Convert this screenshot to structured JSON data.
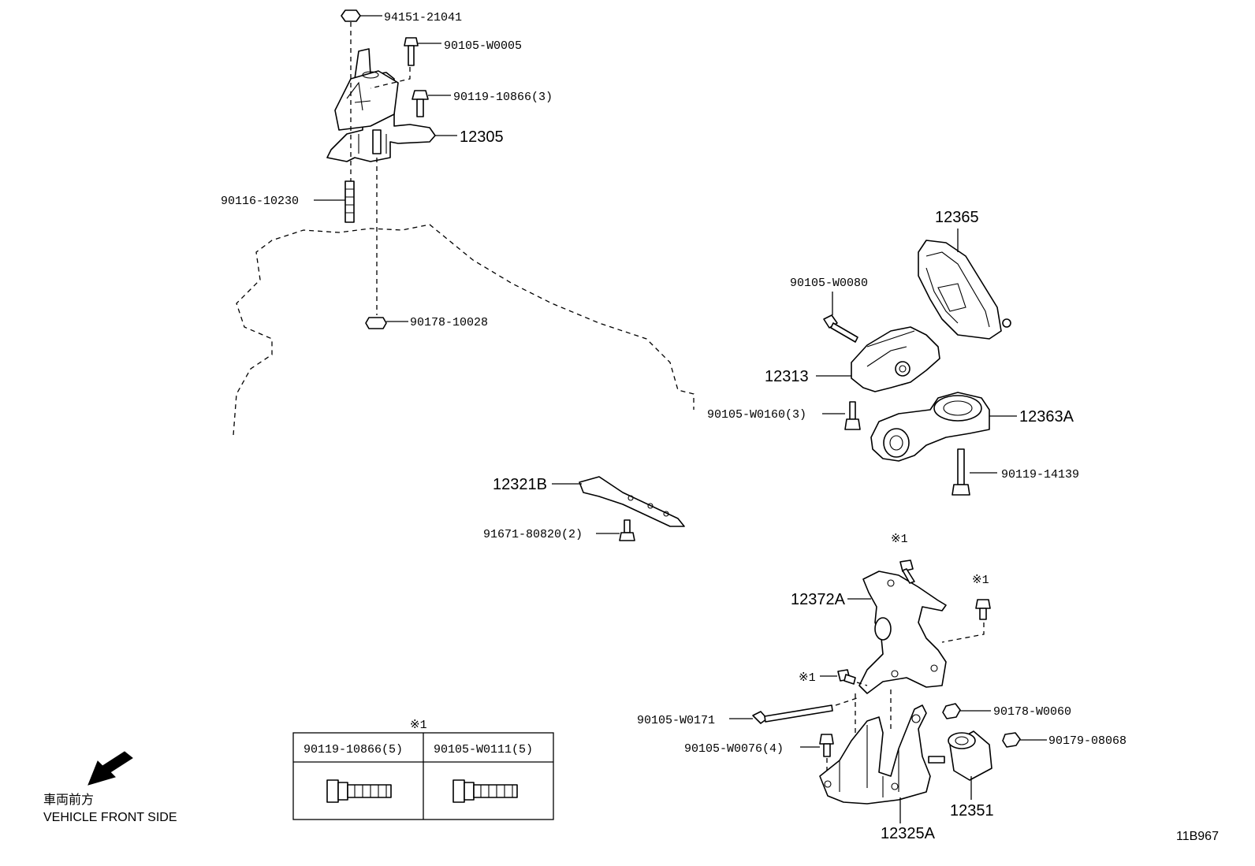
{
  "labels": {
    "p94151": "94151-21041",
    "p90105_w0005": "90105-W0005",
    "p90119_10866": "90119-10866(3)",
    "p12305": "12305",
    "p90116": "90116-10230",
    "p90178_10028": "90178-10028",
    "p12365": "12365",
    "p90105_w0080": "90105-W0080",
    "p12313": "12313",
    "p90105_w0160": "90105-W0160(3)",
    "p12363a": "12363A",
    "p90119_14139": "90119-14139",
    "p12321b": "12321B",
    "p91671": "91671-80820(2)",
    "p12372a": "12372A",
    "p90105_w0171": "90105-W0171",
    "p90105_w0076": "90105-W0076(4)",
    "p90178_w0060": "90178-W0060",
    "p90179": "90179-08068",
    "p12351": "12351",
    "p12325a": "12325A",
    "note1": "※1"
  },
  "legend_table": {
    "note": "※1",
    "col1_part": "90119-10866(5)",
    "col2_part": "90105-W0111(5)"
  },
  "direction": {
    "jp": "車両前方",
    "en": "VEHICLE FRONT SIDE"
  },
  "diagram_id": "11B967"
}
